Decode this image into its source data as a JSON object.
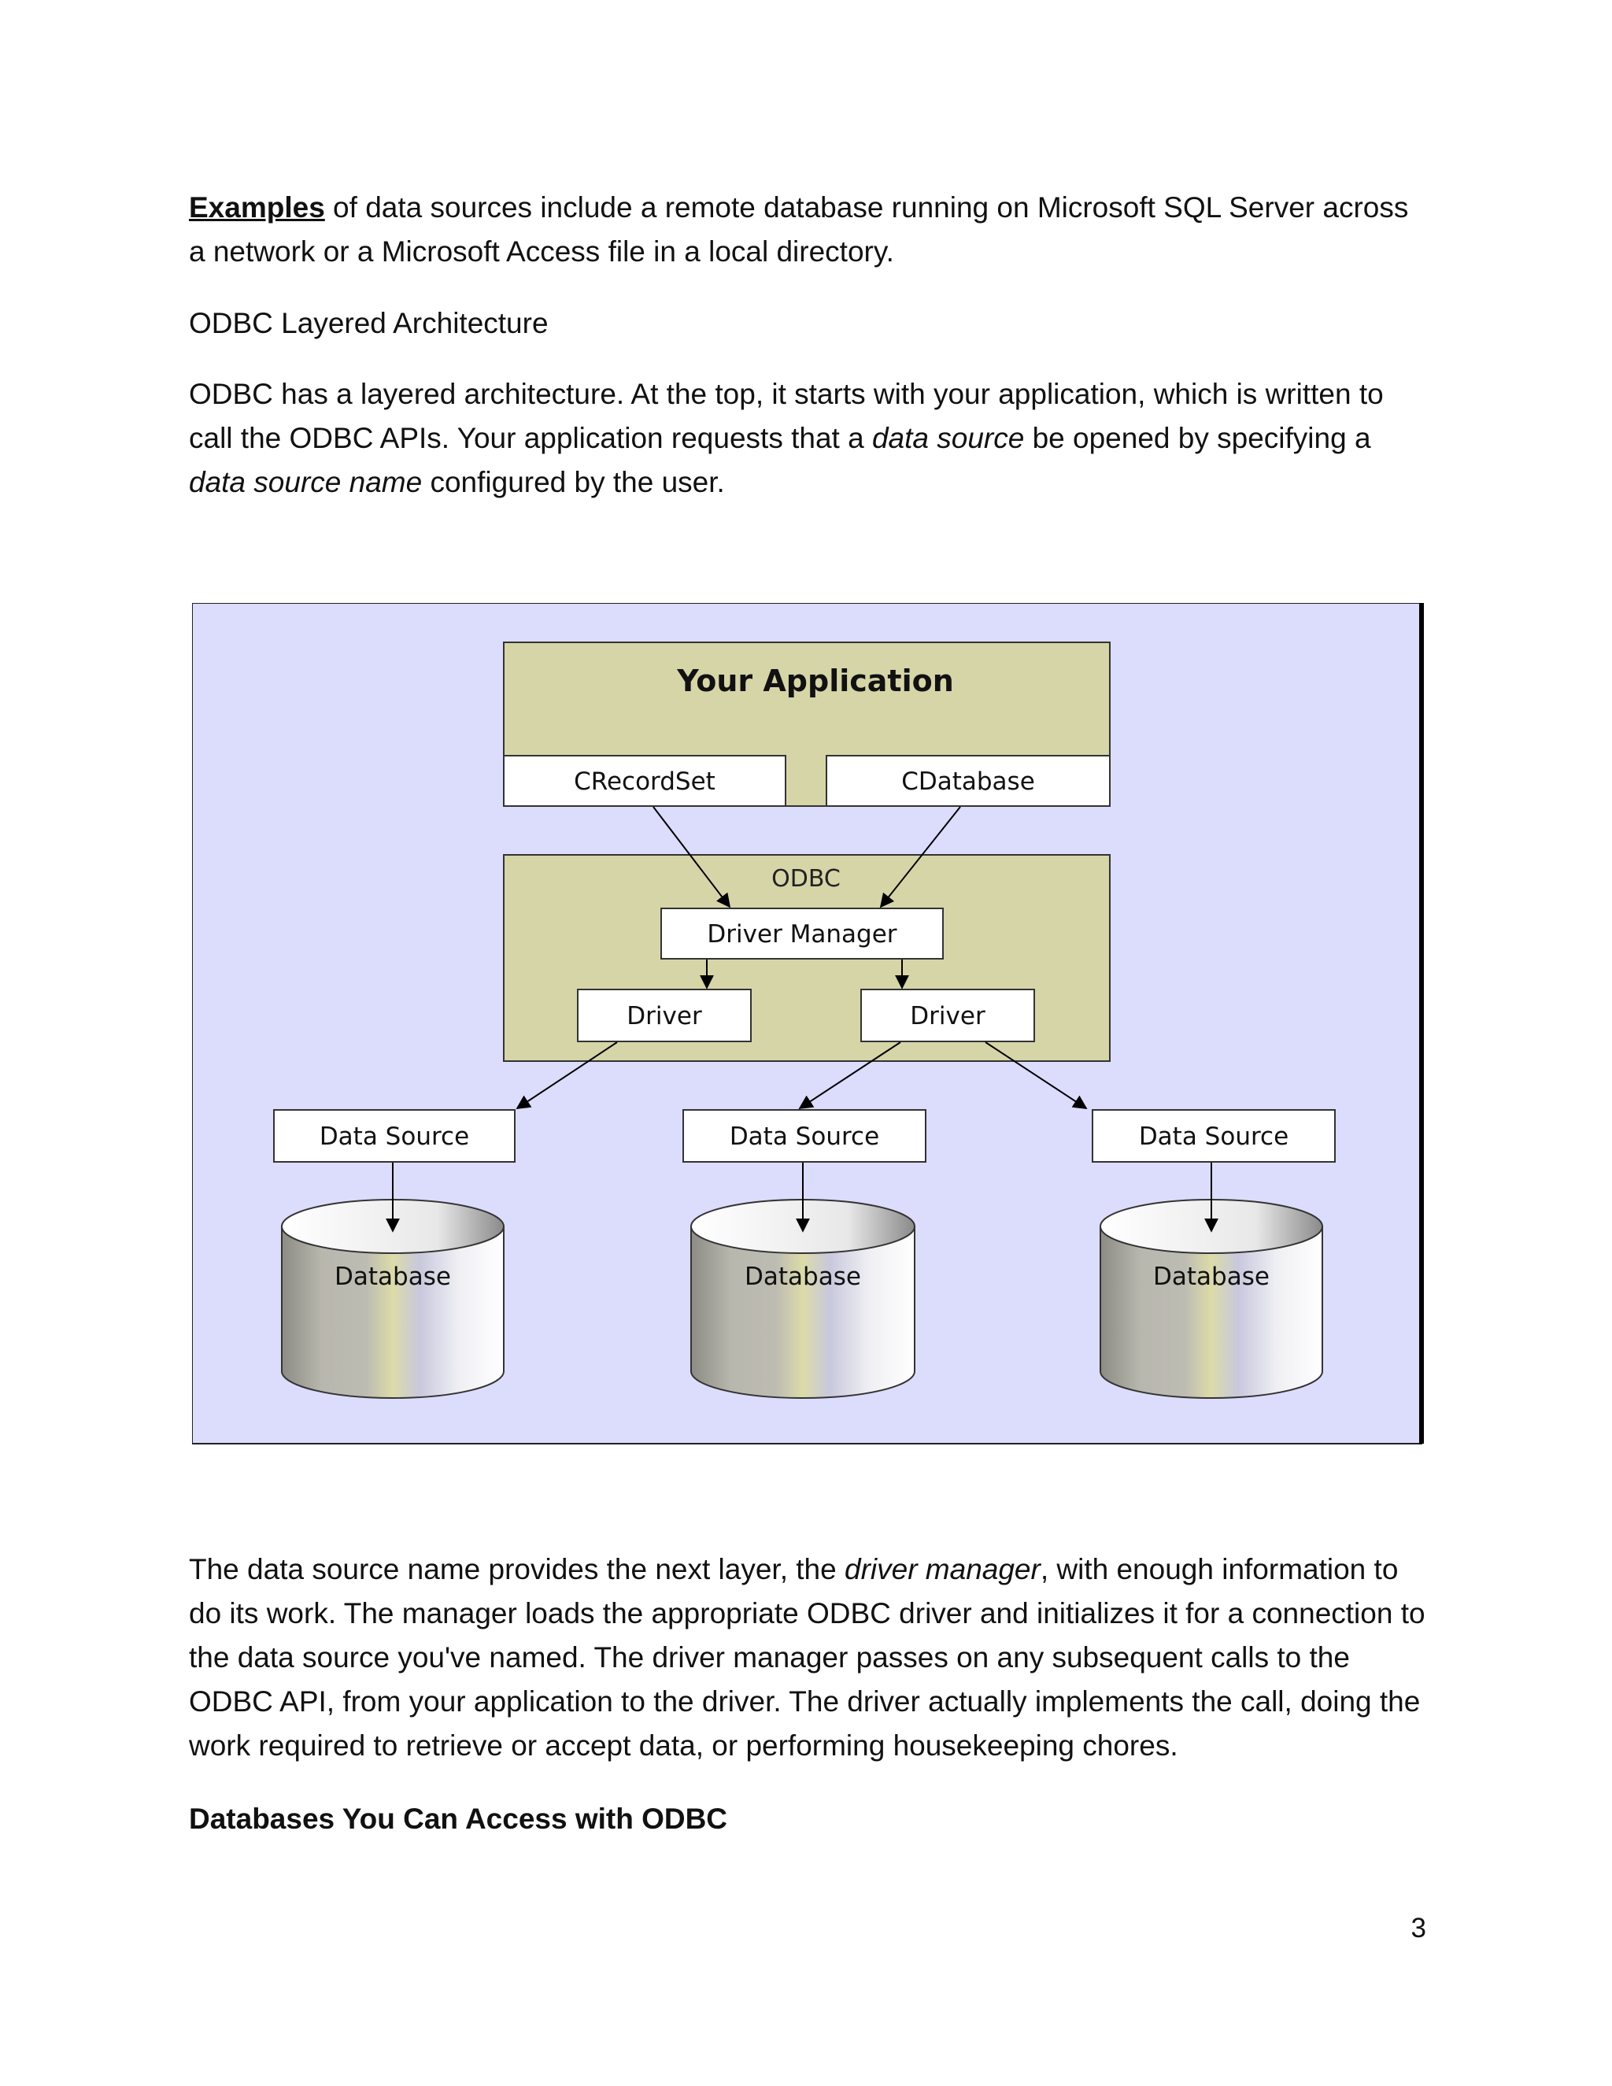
{
  "paragraph1": {
    "lead": "Examples",
    "rest": " of data sources include a remote database running on Microsoft SQL Server across a network or a Microsoft Access file in a local directory."
  },
  "section_heading": "ODBC Layered Architecture",
  "paragraph2": {
    "part1": "ODBC has a layered architecture. At the top, it starts with your application, which is written to call the ODBC APIs. Your application requests that a ",
    "em1": "data source",
    "part2": " be opened by specifying a ",
    "em2": "data source name",
    "part3": " configured by the user."
  },
  "diagram": {
    "app_title": "Your Application",
    "crecordset": "CRecordSet",
    "cdatabase": "CDatabase",
    "odbc_label": "ODBC",
    "driver_manager": "Driver Manager",
    "driver_left": "Driver",
    "driver_right": "Driver",
    "data_source_1": "Data Source",
    "data_source_2": "Data Source",
    "data_source_3": "Data Source",
    "database_1": "Database",
    "database_2": "Database",
    "database_3": "Database",
    "colors": {
      "background": "#dcdcfc",
      "layer_fill": "#d6d5a8",
      "box_fill": "#ffffff"
    }
  },
  "paragraph3": {
    "part1": "The data source name provides the next layer, the ",
    "em": "driver manager",
    "part2": ", with enough information to do its work. The manager loads the appropriate ODBC driver and initializes it for a connection to the data source you've named. The driver manager passes on any subsequent calls to the ODBC API, from your application to the driver. The driver actually implements the call, doing the work required to retrieve or accept data, or performing housekeeping chores."
  },
  "subheading": "Databases You Can Access with ODBC",
  "page_number": "3"
}
